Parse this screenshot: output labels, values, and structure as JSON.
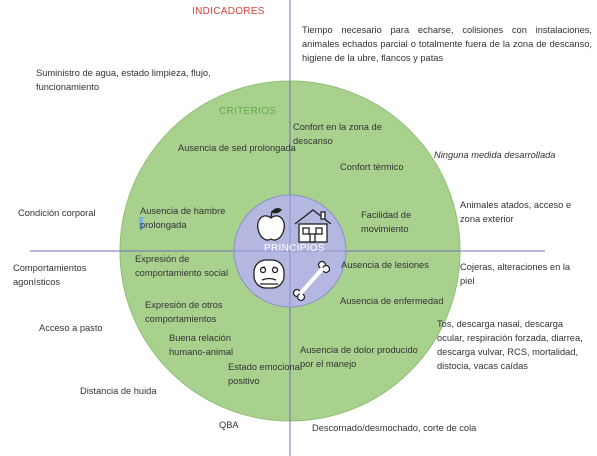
{
  "colors": {
    "outer_circle": "#a9d18e",
    "outer_stroke": "#8fbf74",
    "inner_circle": "#b4b8e0",
    "inner_stroke": "#8a90c8",
    "axis": "#7070b8",
    "indicadores_label": "#d9413a",
    "criterios_label": "#5fae44",
    "principios_label": "#ffffff",
    "text": "#333333",
    "marker": "#7bb0d8"
  },
  "labels": {
    "indicadores": "INDICADORES",
    "criterios": "CRITERIOS",
    "principios": "PRINCIPIOS"
  },
  "indicators": {
    "tiempo_necesario": "Tiempo necesario para echarse, colisiones con instalaciones, animales echados parcial o totalmente fuera de la zona de descanso, higiene de la ubre, flancos y patas",
    "suministro_agua": "Suministro de agua, estado limpieza, flujo, funcionamiento",
    "ninguna_medida": "Ninguna medida desarrollada",
    "condicion_corporal": "Condición corporal",
    "animales_atados": "Animales atados, acceso e zona exterior",
    "comportamientos_agonisticos": "Comportamientos agonísticos",
    "cojeras": "Cojeras, alteraciones en la piel",
    "acceso_pasto": "Acceso a pasto",
    "tos": "Tos, descarga nasal, descarga ocular, respiración forzada, diarrea, descarga vulvar, RCS, mortalidad, distocia, vacas caídas",
    "distancia_huida": "Distancia de huida",
    "qba": "QBA",
    "descornado": "Descornado/desmochado, corte de cola"
  },
  "criteria": {
    "confort_descanso": "Confort en la zona de descanso",
    "sed": "Ausencia de sed prolongada",
    "confort_termico": "Confort térmico",
    "hambre": "Ausencia de hambre prolongada",
    "movimiento": "Facilidad de movimiento",
    "comportamiento_social": "Expresión de comportamiento social",
    "lesiones": "Ausencia de lesiones",
    "enfermedad": "Ausencia de enfermedad",
    "otros_comportamientos": "Expresión de otros comportamientos",
    "relacion_humano": "Buena relación humano-animal",
    "dolor": "Ausencia de dolor producido por el manejo",
    "estado_emocional": "Estado emocional positivo"
  },
  "icons": [
    "apple-icon",
    "house-icon",
    "face-icon",
    "bone-icon"
  ]
}
